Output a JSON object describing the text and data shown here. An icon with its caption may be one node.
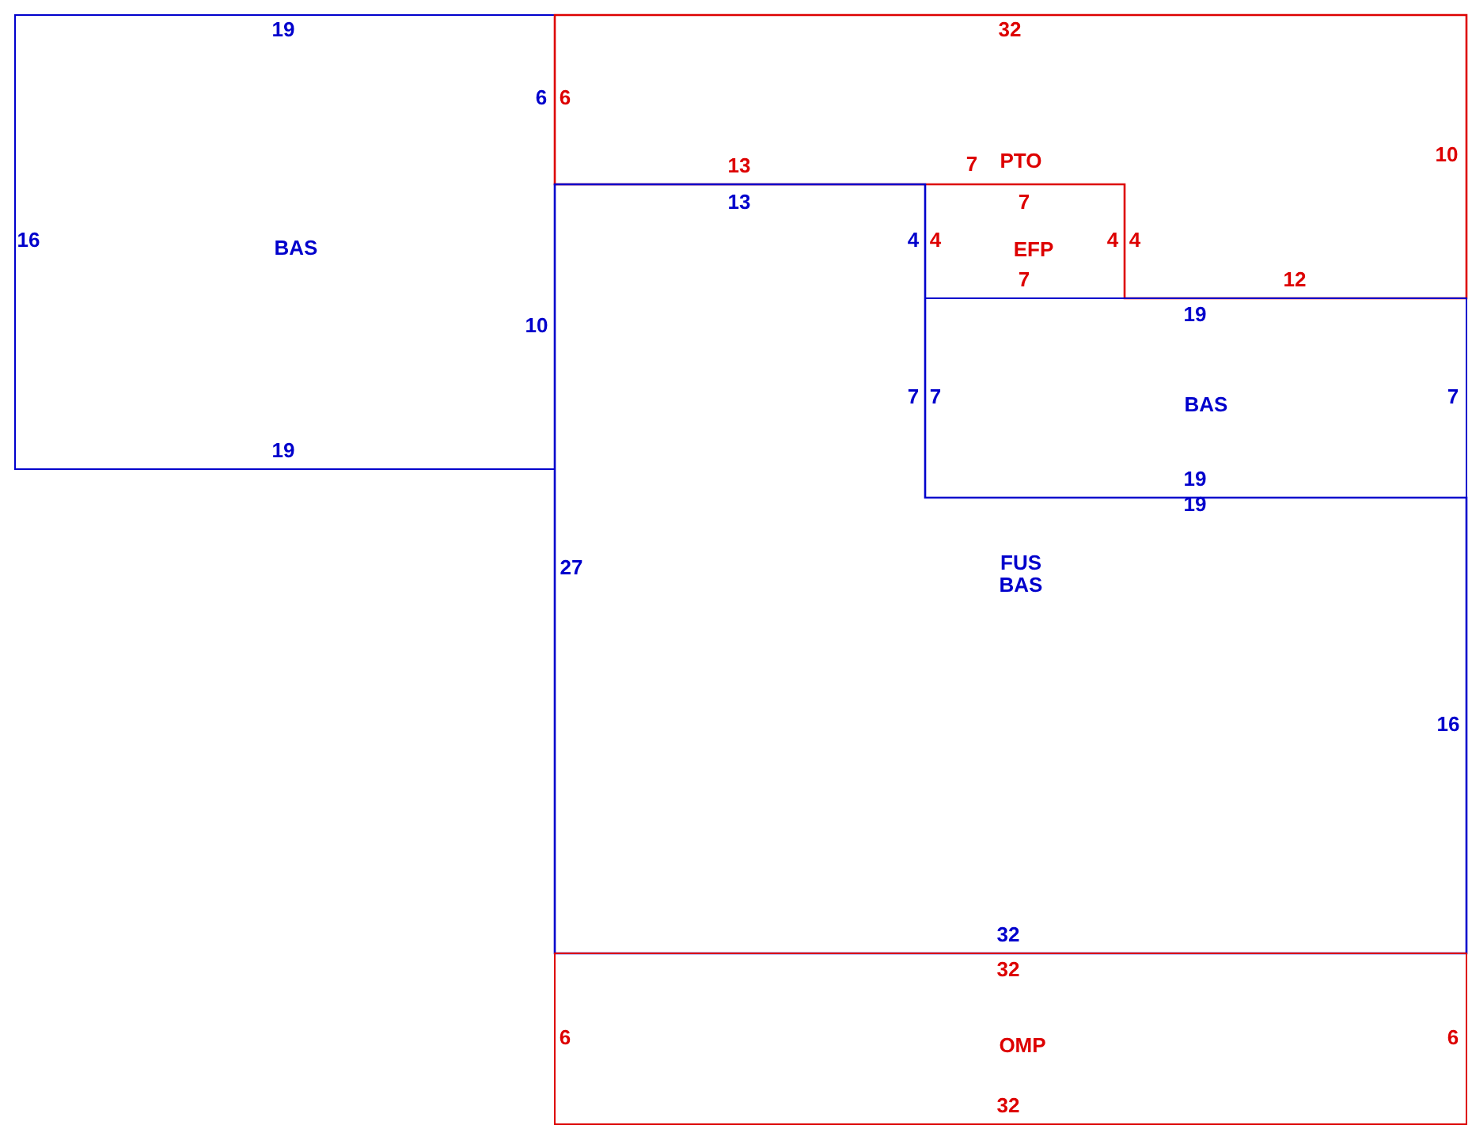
{
  "diagram": {
    "nodes": [
      {
        "text": [
          "BAS"
        ]
      },
      {
        "text": [
          "PTO"
        ]
      },
      {
        "text": [
          "EFP"
        ]
      },
      {
        "text": [
          "BAS"
        ]
      },
      {
        "text": [
          "FUS BAS"
        ]
      },
      {
        "text": [
          "OMP"
        ]
      }
    ],
    "labels": [
      "19",
      "32",
      "6",
      "6",
      "10",
      "13",
      "7",
      "13",
      "7",
      "16",
      "4",
      "4",
      "4",
      "4",
      "7",
      "12",
      "19",
      "10",
      "7",
      "7",
      "7",
      "19",
      "19",
      "19",
      "27",
      "16",
      "32",
      "32",
      "6",
      "6",
      "32"
    ]
  }
}
